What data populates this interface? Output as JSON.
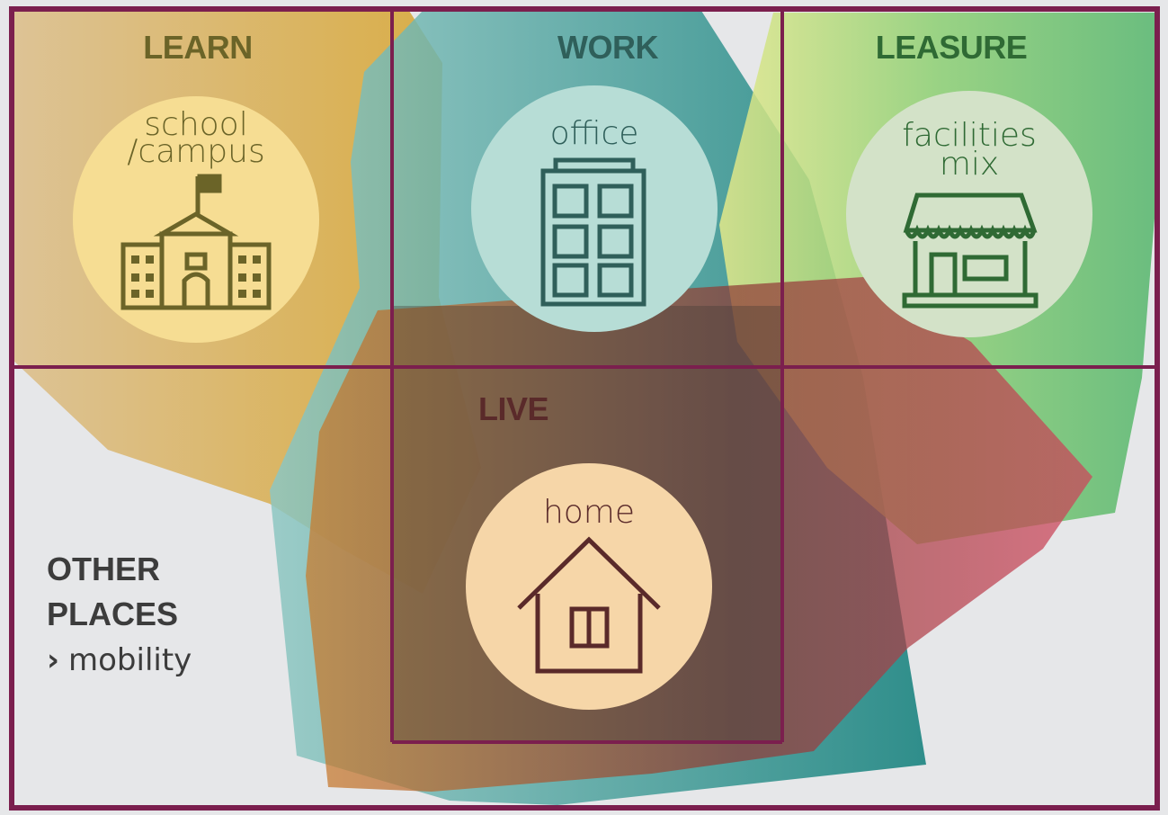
{
  "zones": {
    "learn": {
      "title": "LEARN",
      "lines": [
        "school",
        "/campus"
      ],
      "icon": "school-building-icon",
      "color": "#6b6428",
      "circle": "#f6dd93"
    },
    "work": {
      "title": "WORK",
      "lines": [
        "office"
      ],
      "icon": "office-building-icon",
      "color": "#2f5f5a",
      "circle": "#b7ddd6"
    },
    "leisure": {
      "title": "LEASURE",
      "lines": [
        "facilities",
        "mix"
      ],
      "icon": "shop-icon",
      "color": "#2f6a34",
      "circle": "#d3e2c8"
    },
    "live": {
      "title": "LIVE",
      "lines": [
        "home"
      ],
      "icon": "house-icon",
      "color": "#5a2a2a",
      "circle": "#f6d6a8"
    }
  },
  "other": {
    "title_lines": [
      "OTHER",
      "PLACES"
    ],
    "arrow": "›",
    "sub": "mobility",
    "color": "#3c3c3c"
  },
  "colors": {
    "frame": "#7b1f4e",
    "background": "#e6e7e9"
  }
}
